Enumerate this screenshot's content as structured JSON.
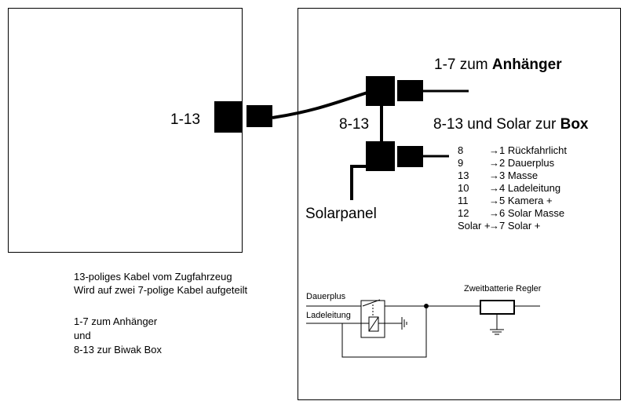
{
  "left_box": {
    "connector_label": "1-13"
  },
  "right_box": {
    "upper_label_prefix": "1-7  zum ",
    "upper_label_bold": "Anhänger",
    "lower_label_prefix": "8-13 und Solar zur ",
    "lower_label_bold": "Box",
    "junction_label": "8-13",
    "solar_label": "Solarpanel"
  },
  "pin_mapping": [
    {
      "from": "8",
      "to": "1  Rückfahrlicht"
    },
    {
      "from": "9",
      "to": "2 Dauerplus"
    },
    {
      "from": "13",
      "to": "3  Masse"
    },
    {
      "from": "10",
      "to": "4  Ladeleitung"
    },
    {
      "from": "11",
      "to": "5 Kamera +"
    },
    {
      "from": "12",
      "to": "6 Solar Masse"
    },
    {
      "from": "Solar +",
      "to": "7 Solar +"
    }
  ],
  "arrow_glyph": "→",
  "description": {
    "line1": "13-poliges Kabel vom Zugfahrzeug",
    "line2": "Wird auf zwei 7-polige Kabel aufgeteilt",
    "line3": "1-7 zum Anhänger",
    "line4": "und",
    "line5": "8-13 zur Biwak Box"
  },
  "circuit": {
    "dauerplus_label": "Dauerplus",
    "ladeleitung_label": "Ladeleitung",
    "regler_label": "Zweitbatterie Regler"
  }
}
